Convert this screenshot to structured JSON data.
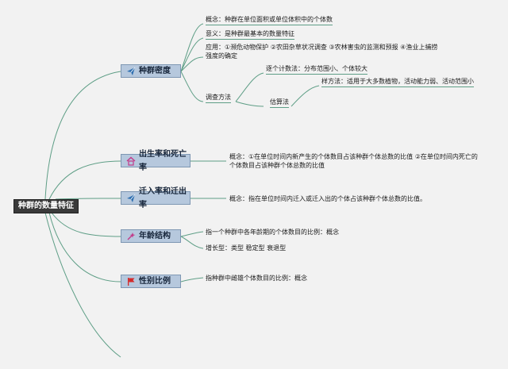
{
  "root": {
    "label": "种群的数量特征"
  },
  "branches": {
    "density": {
      "label": "种群密度",
      "icon": "paper-plane-icon",
      "concept": "概念：种群在单位面积或单位体积中的个体数",
      "meaning": "意义：是种群最基本的数量特征",
      "application": "应用：①濒危动物保护 ②农田杂草状况调查 ③农林害虫的监测和预报 ④渔业上捕捞强度的确定",
      "survey": {
        "label": "调查方法",
        "count": "逐个计数法：分布范围小、个体较大",
        "estimate": {
          "label": "估算法",
          "quadrat": "样方法：适用于大多数植物，活动能力弱、活动范围小"
        }
      }
    },
    "birth_death": {
      "label": "出生率和死亡率",
      "icon": "home-icon",
      "concept": "概念：①在单位时间内新产生的个体数目占该种群个体总数的比值 ②在单位时间内死亡的个体数目占该种群个体总数的比值"
    },
    "migration": {
      "label": "迁入率和迁出率",
      "icon": "paper-plane-icon",
      "concept": "概念：指在单位时间内迁入或迁入出的个体占该种群个体总数的比值。"
    },
    "age": {
      "label": "年龄结构",
      "icon": "sparkle-icon",
      "concept": "指一个种群中各年龄期的个体数目的比例：概念",
      "types": "增长型：类型 稳定型 衰退型"
    },
    "sex": {
      "label": "性别比例",
      "icon": "flag-icon",
      "concept": "指种群中雌雄个体数目的比例：概念"
    }
  },
  "colors": {
    "line": "#5e9e86",
    "branch_fill": "#b6c8dd",
    "root_fill": "#3a3a3a",
    "icon_blue": "#2f6fb0",
    "icon_red": "#d42a2a",
    "icon_pink": "#c23a8a"
  }
}
